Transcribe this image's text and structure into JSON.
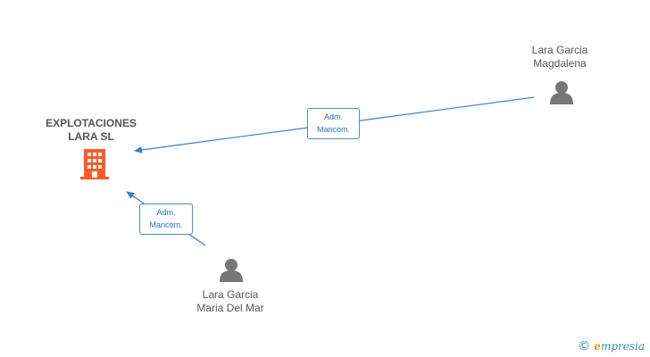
{
  "nodes": {
    "company": {
      "name_line1": "EXPLOTACIONES",
      "name_line2": "LARA SL",
      "icon": "building-icon",
      "color": "#ff5a27"
    },
    "person1": {
      "name_line1": "Lara Garcia",
      "name_line2": "Magdalena",
      "icon": "person-icon",
      "color": "#777777"
    },
    "person2": {
      "name_line1": "Lara Garcia",
      "name_line2": "Maria Del Mar",
      "icon": "person-icon",
      "color": "#777777"
    }
  },
  "edges": [
    {
      "from": "person1",
      "to": "company",
      "label_line1": "Adm.",
      "label_line2": "Mancom."
    },
    {
      "from": "person2",
      "to": "company",
      "label_line1": "Adm.",
      "label_line2": "Mancom."
    }
  ],
  "colors": {
    "edge": "#3a7fd0"
  },
  "watermark": {
    "copyright": "©",
    "brand_initial": "e",
    "brand_rest": "mpresia"
  }
}
